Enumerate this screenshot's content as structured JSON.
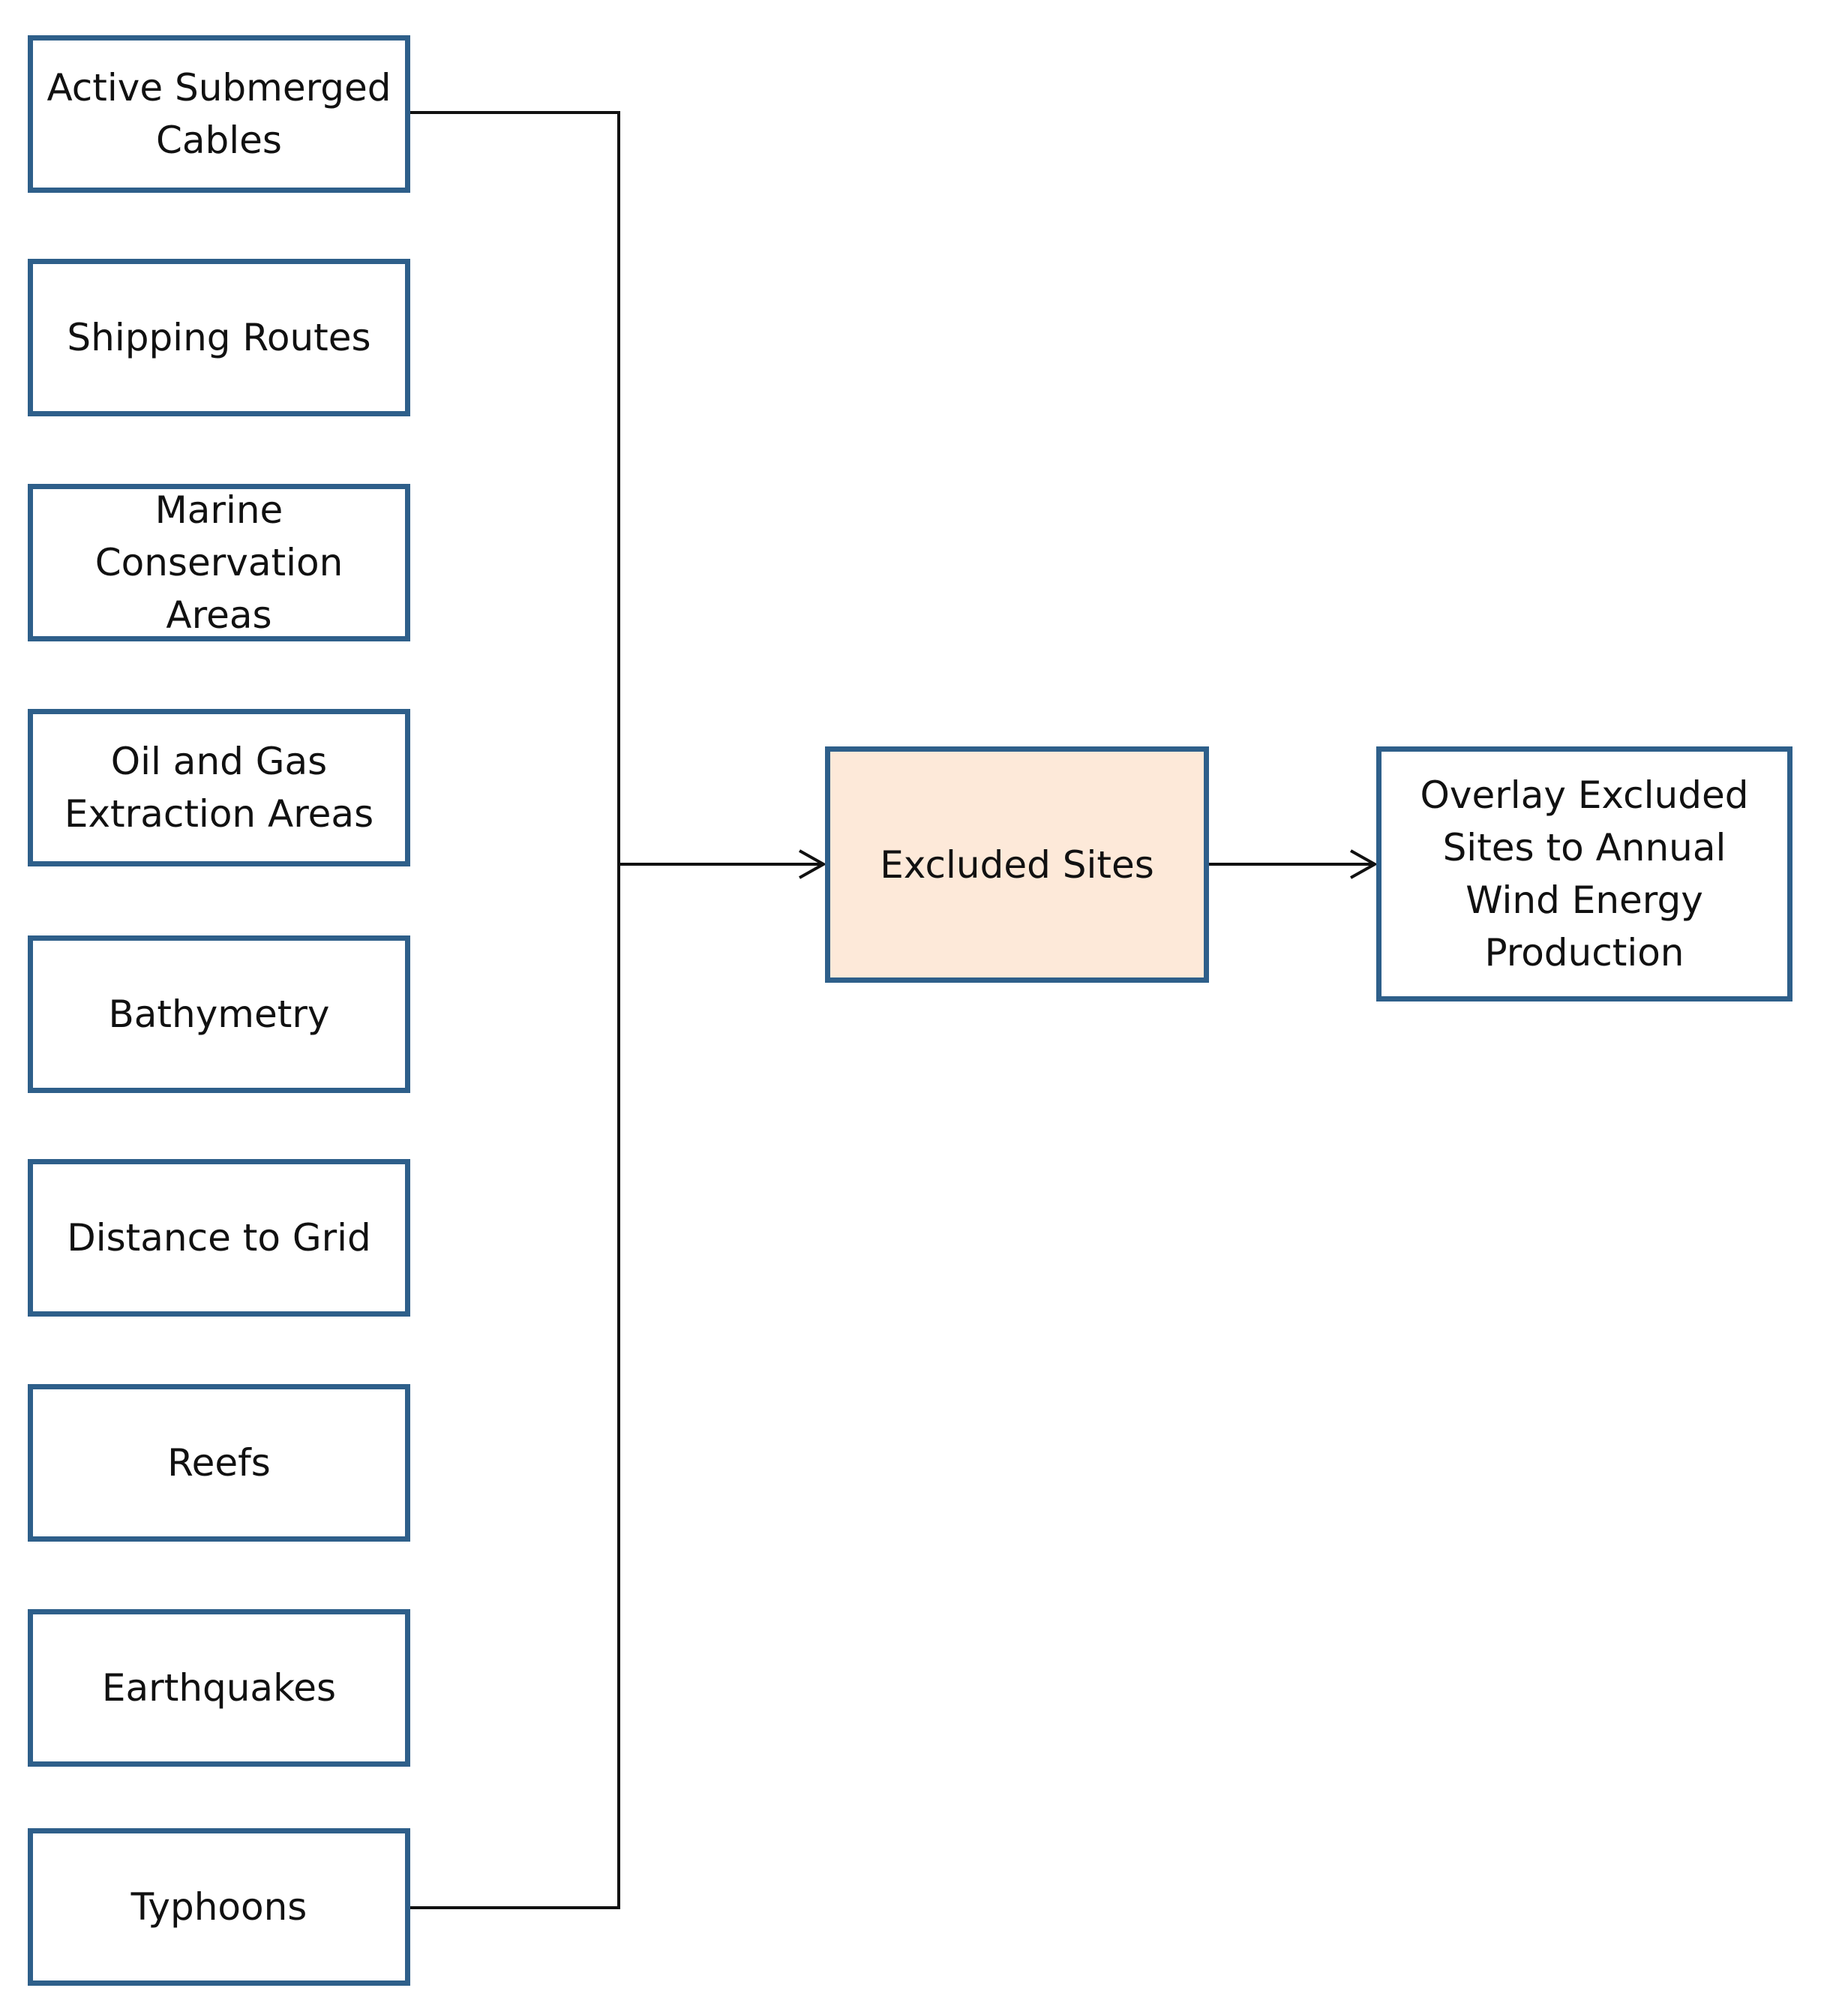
{
  "colors": {
    "box_border": "#2e5f8a",
    "highlight_fill": "#fde9d9",
    "line": "#111111"
  },
  "inputs": [
    {
      "label": "Active Submerged\nCables"
    },
    {
      "label": "Shipping Routes"
    },
    {
      "label": "Marine\nConservation\nAreas"
    },
    {
      "label": "Oil and Gas\nExtraction Areas"
    },
    {
      "label": "Bathymetry"
    },
    {
      "label": "Distance to Grid"
    },
    {
      "label": "Reefs"
    },
    {
      "label": "Earthquakes"
    },
    {
      "label": "Typhoons"
    }
  ],
  "center": {
    "label": "Excluded Sites"
  },
  "output": {
    "label": "Overlay Excluded\nSites to Annual\nWind Energy\nProduction"
  }
}
